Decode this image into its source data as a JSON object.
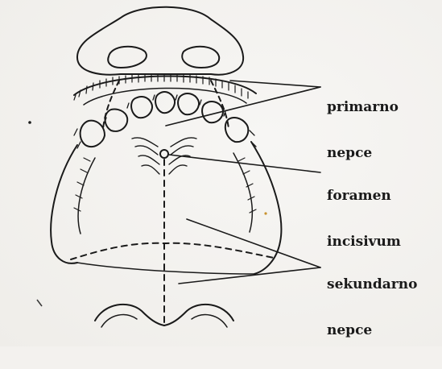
{
  "labels": {
    "primary_palate": {
      "line1": "primarno",
      "line2": "nepce"
    },
    "incisive_foramen": {
      "line1": "foramen",
      "line2": "incisivum"
    },
    "secondary_palate": {
      "line1": "sekundarno",
      "line2": "nepce"
    }
  },
  "colors": {
    "ink": "#1a1a1a",
    "paper": "#f3f1ee"
  }
}
